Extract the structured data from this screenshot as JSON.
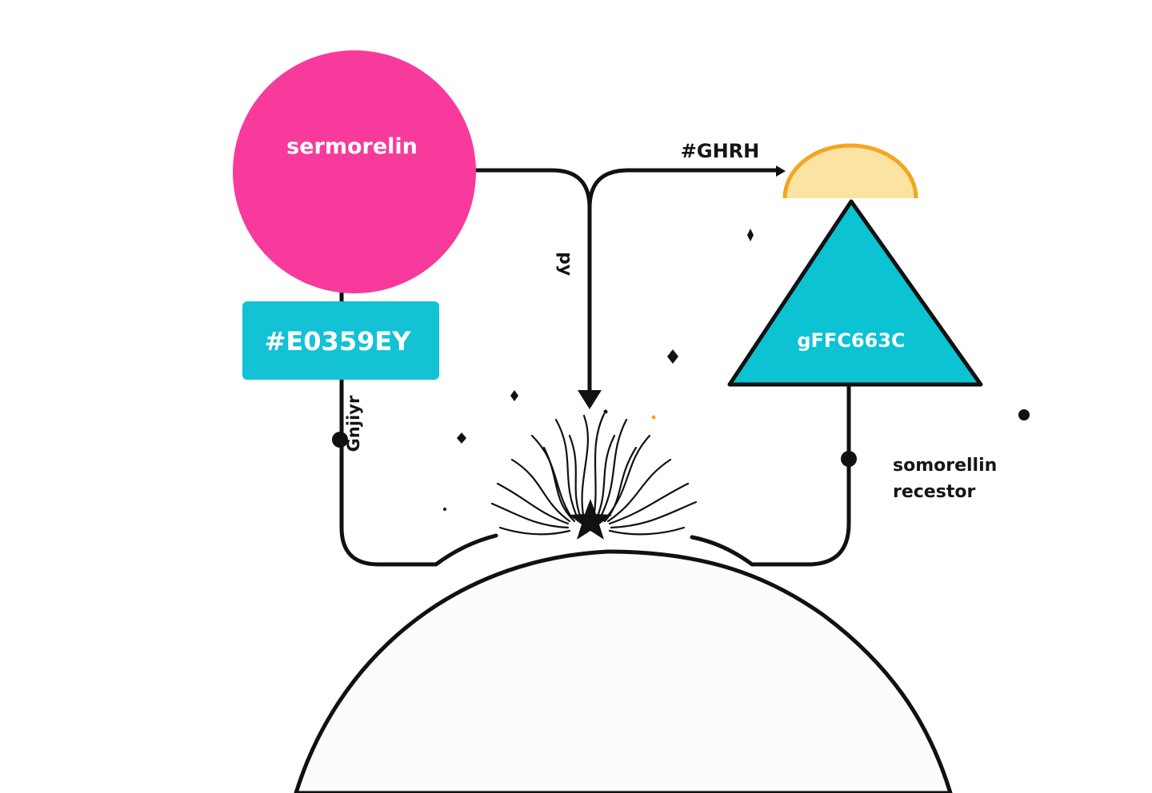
{
  "nodes": {
    "sermorelin": {
      "label": "sermorelin",
      "color": "#f73a9b"
    },
    "hex_box": {
      "label": "#E0359EY",
      "color": "#13c2d4"
    },
    "triangle": {
      "label": "gFFC663C",
      "color": "#0bc3d2"
    },
    "dome": {
      "fill": "#fbe3a2",
      "stroke": "#f4a521"
    },
    "cell": {
      "fill": "#fcfcfc",
      "stroke": "#111111"
    }
  },
  "edges": {
    "top_arrow_label": "#GHRH",
    "center_arrow_label": "py",
    "left_wire_label": "Gnjiyr"
  },
  "annotations": {
    "receptor_line1": "somorellin",
    "receptor_line2": "recestor"
  },
  "burst_center_icon": "star-icon"
}
